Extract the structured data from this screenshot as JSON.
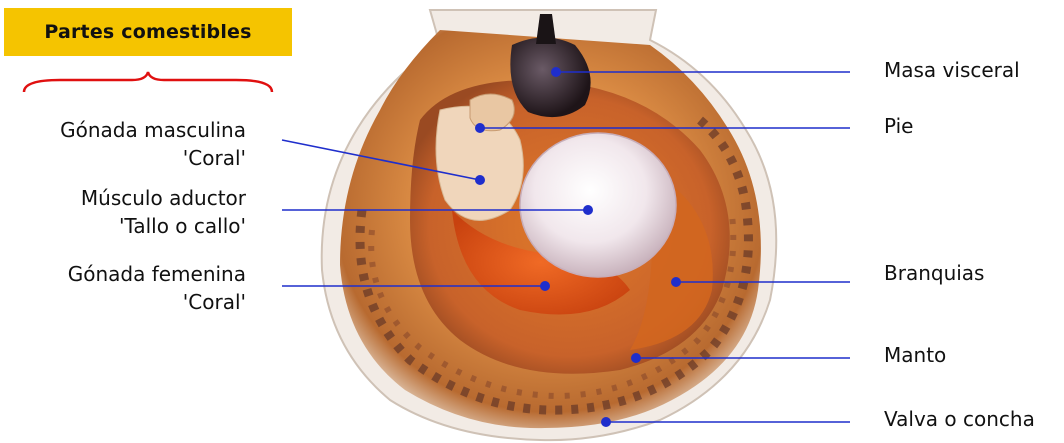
{
  "title_badge": {
    "text": "Partes comestibles",
    "color": "#f5c400"
  },
  "colors": {
    "leader_line": "#1f2ecc",
    "brace": "#e01010"
  },
  "labels_left": [
    {
      "id": "gonada-masculina",
      "line1": "Gónada masculina",
      "line2": "'Coral'"
    },
    {
      "id": "musculo-aductor",
      "line1": "Músculo aductor",
      "line2": "'Tallo o callo'"
    },
    {
      "id": "gonada-femenina",
      "line1": "Gónada femenina",
      "line2": "'Coral'"
    }
  ],
  "labels_right": [
    {
      "id": "masa-visceral",
      "text": "Masa visceral"
    },
    {
      "id": "pie",
      "text": "Pie"
    },
    {
      "id": "branquias",
      "text": "Branquias"
    },
    {
      "id": "manto",
      "text": "Manto"
    },
    {
      "id": "valva-concha",
      "text": "Valva o concha"
    }
  ]
}
